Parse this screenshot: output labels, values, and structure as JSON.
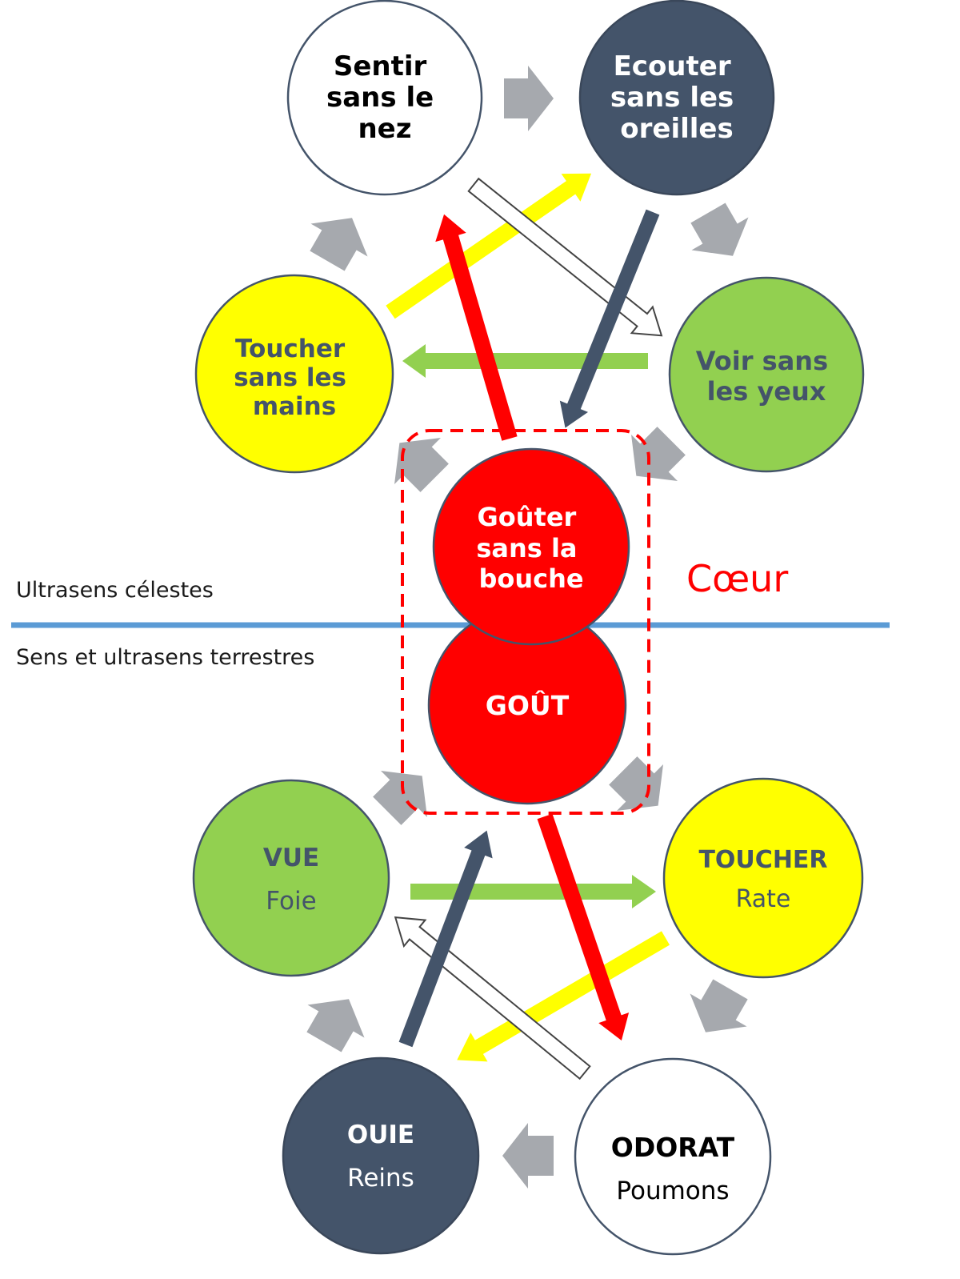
{
  "regions": {
    "upper": "Ultrasens célestes",
    "lower": "Sens et ultrasens terrestres"
  },
  "heart_label": "Cœur",
  "colors": {
    "white_node": "#ffffff",
    "dark_node": "#44546a",
    "green_node": "#92d050",
    "yellow_node": "#ffff00",
    "red_node": "#ff0000",
    "grey_arrow": "#a6a9ae",
    "divider": "#5b9bd5",
    "outline": "#44546a"
  },
  "nodes": {
    "sentir": {
      "lines": [
        "Sentir",
        "sans le",
        "nez"
      ]
    },
    "ecouter": {
      "lines": [
        "Ecouter",
        "sans les",
        "oreilles"
      ]
    },
    "toucher_ultra": {
      "lines": [
        "Toucher",
        "sans les",
        "mains"
      ]
    },
    "voir": {
      "lines": [
        "Voir sans",
        "les yeux"
      ]
    },
    "gouter": {
      "lines": [
        "Goûter",
        "sans la",
        "bouche"
      ]
    },
    "gout": {
      "title": "GOÛT"
    },
    "vue": {
      "title": "VUE",
      "organ": "Foie"
    },
    "toucher": {
      "title": "TOUCHER",
      "organ": "Rate"
    },
    "ouie": {
      "title": "OUIE",
      "organ": "Reins"
    },
    "odorat": {
      "title": "ODORAT",
      "organ": "Poumons"
    }
  }
}
